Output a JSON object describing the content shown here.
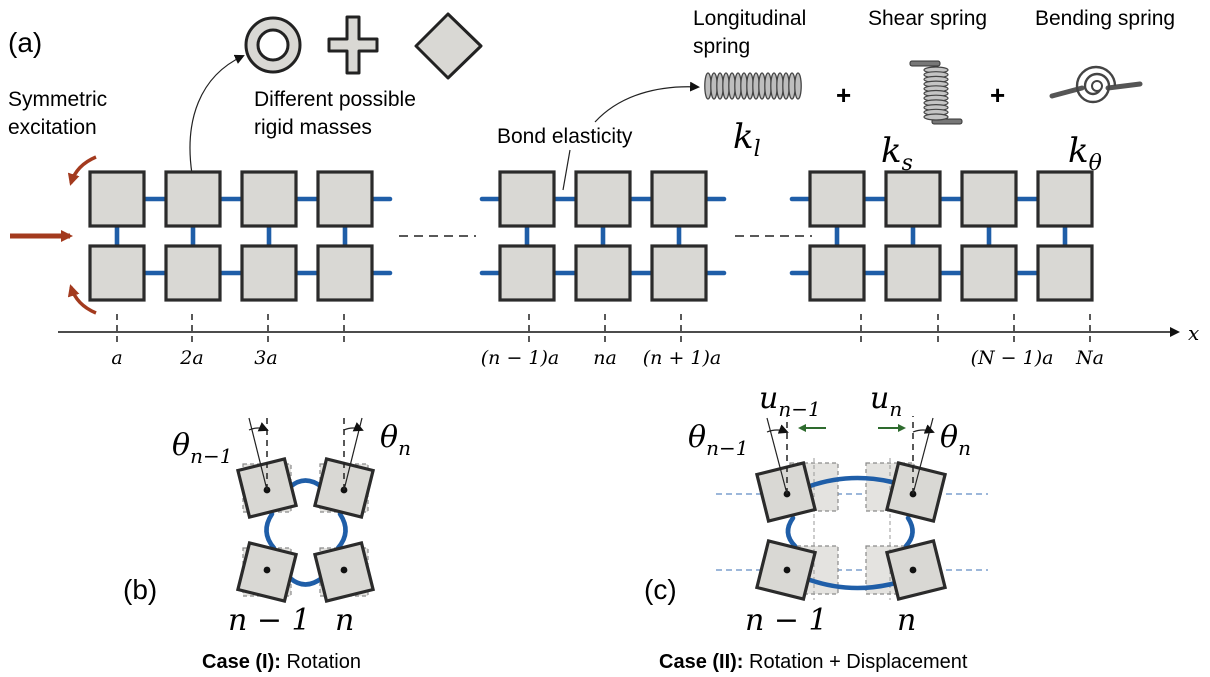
{
  "panel_labels": {
    "a": "(a)",
    "b": "(b)",
    "c": "(c)"
  },
  "labels": {
    "symmetric_1": "Symmetric",
    "symmetric_2": "excitation",
    "masses_1": "Different possible",
    "masses_2": "rigid masses",
    "bond": "Bond elasticity",
    "long_1": "Longitudinal",
    "long_2": "spring",
    "shear": "Shear spring",
    "bending": "Bending spring",
    "plus": "+",
    "k_l": "k",
    "k_l_sub": "l",
    "k_s": "k",
    "k_s_sub": "s",
    "k_theta": "k",
    "k_theta_sub": "θ",
    "x_axis": "x"
  },
  "axis_ticks": [
    "a",
    "2a",
    "3a",
    "(n − 1)a",
    "na",
    "(n + 1)a",
    "(N − 1)a",
    "Na"
  ],
  "case_b": {
    "theta_left": "θ",
    "theta_left_sub": "n−1",
    "theta_right": "θ",
    "theta_right_sub": "n",
    "n_left": "n − 1",
    "n_right": "n",
    "caption_bold": "Case (I):",
    "caption_rest": " Rotation"
  },
  "case_c": {
    "u_left": "u",
    "u_left_sub": "n−1",
    "u_right": "u",
    "u_right_sub": "n",
    "theta_left": "θ",
    "theta_left_sub": "n−1",
    "theta_right": "θ",
    "theta_right_sub": "n",
    "n_left": "n − 1",
    "n_right": "n",
    "caption_bold": "Case (II):",
    "caption_rest": " Rotation + Displacement"
  },
  "colors": {
    "bond": "#1f5ea8",
    "mass_fill": "#d9d8d4",
    "excitation": "#a33a1e",
    "small_arrow": "#2e6b2e"
  }
}
